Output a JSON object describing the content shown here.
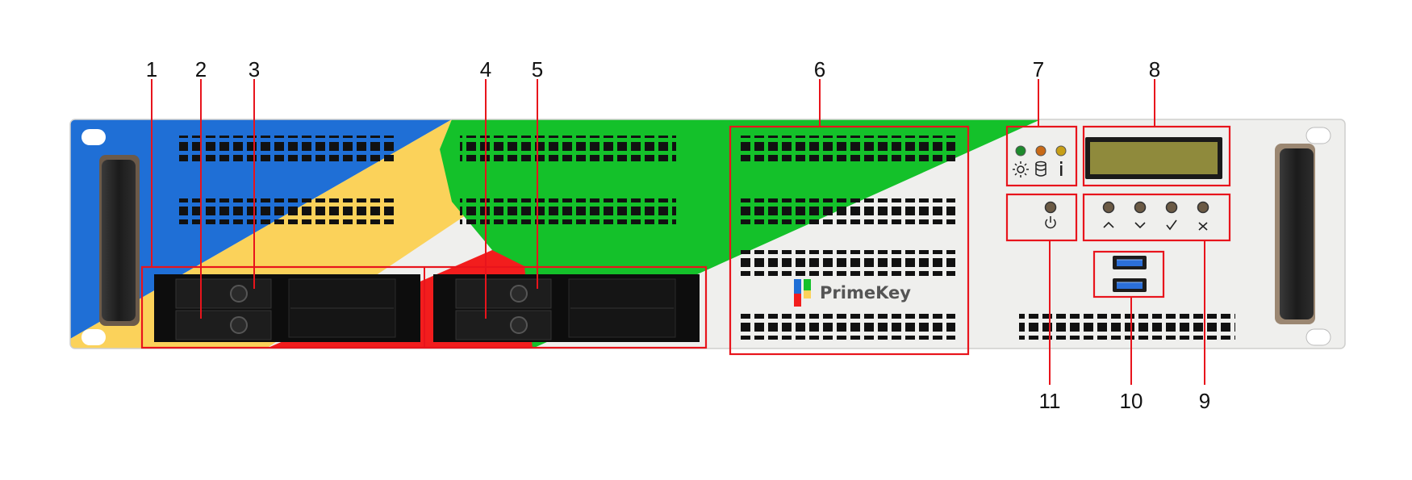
{
  "device": {
    "brand": "PrimeKey",
    "colors": {
      "blue": "#1f6fd6",
      "yellow": "#fbd25a",
      "green": "#14c12a",
      "red": "#f21d1d",
      "panel": "#efefed",
      "highlight": "#e8141c",
      "lcd": "#8f8a3c"
    }
  },
  "callouts": {
    "c1": "1",
    "c2": "2",
    "c3": "3",
    "c4": "4",
    "c5": "5",
    "c6": "6",
    "c7": "7",
    "c8": "8",
    "c9": "9",
    "c10": "10",
    "c11": "11"
  },
  "icons": {
    "status_leds": [
      "sun-icon",
      "database-icon",
      "info-icon"
    ],
    "power": "power-icon",
    "nav_buttons": [
      "chevron-up-icon",
      "chevron-down-icon",
      "check-icon",
      "close-icon"
    ],
    "usb": "usb-port-icon"
  }
}
